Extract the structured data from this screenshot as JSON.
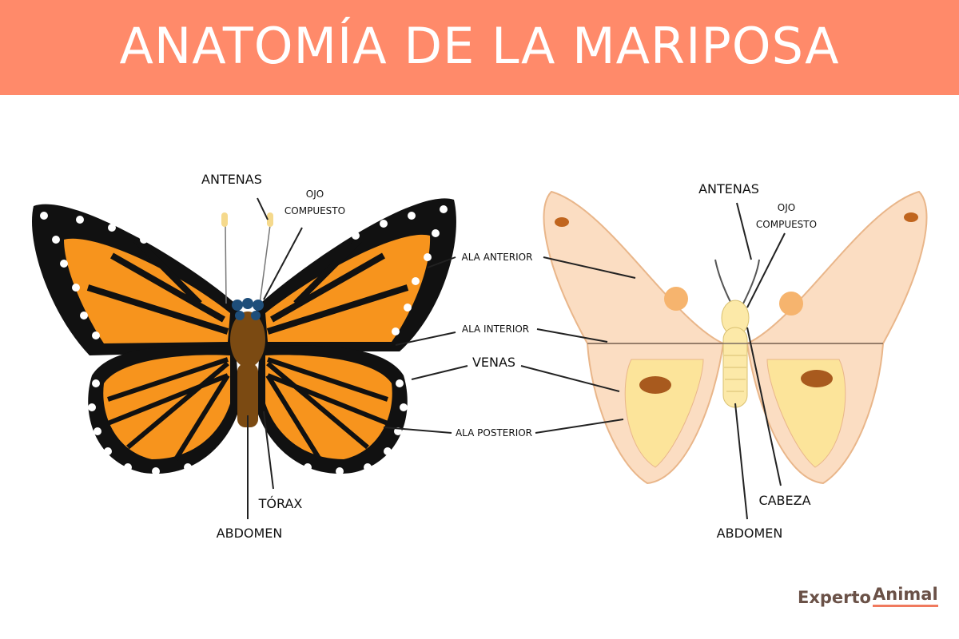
{
  "header": {
    "title": "ANATOMÍA DE LA MARIPOSA",
    "background": "#FF8A6A"
  },
  "labels": {
    "left_antenas": "ANTENAS",
    "left_ojo_1": "OJO",
    "left_ojo_2": "COMPUESTO",
    "ala_anterior": "ALA ANTERIOR",
    "ala_interior": "ALA INTERIOR",
    "venas": "VENAS",
    "ala_posterior": "ALA POSTERIOR",
    "torax": "TÓRAX",
    "left_abdomen": "ABDOMEN",
    "right_antenas": "ANTENAS",
    "right_ojo_1": "OJO",
    "right_ojo_2": "COMPUESTO",
    "cabeza": "CABEZA",
    "right_abdomen": "ABDOMEN"
  },
  "colors": {
    "monarch_orange": "#F7941D",
    "monarch_black": "#111111",
    "moth_light": "#FBDDC2",
    "moth_mid": "#F6C49A",
    "moth_body": "#FCE9A8"
  },
  "logo": {
    "part1": "Experto",
    "part2": "Animal"
  }
}
